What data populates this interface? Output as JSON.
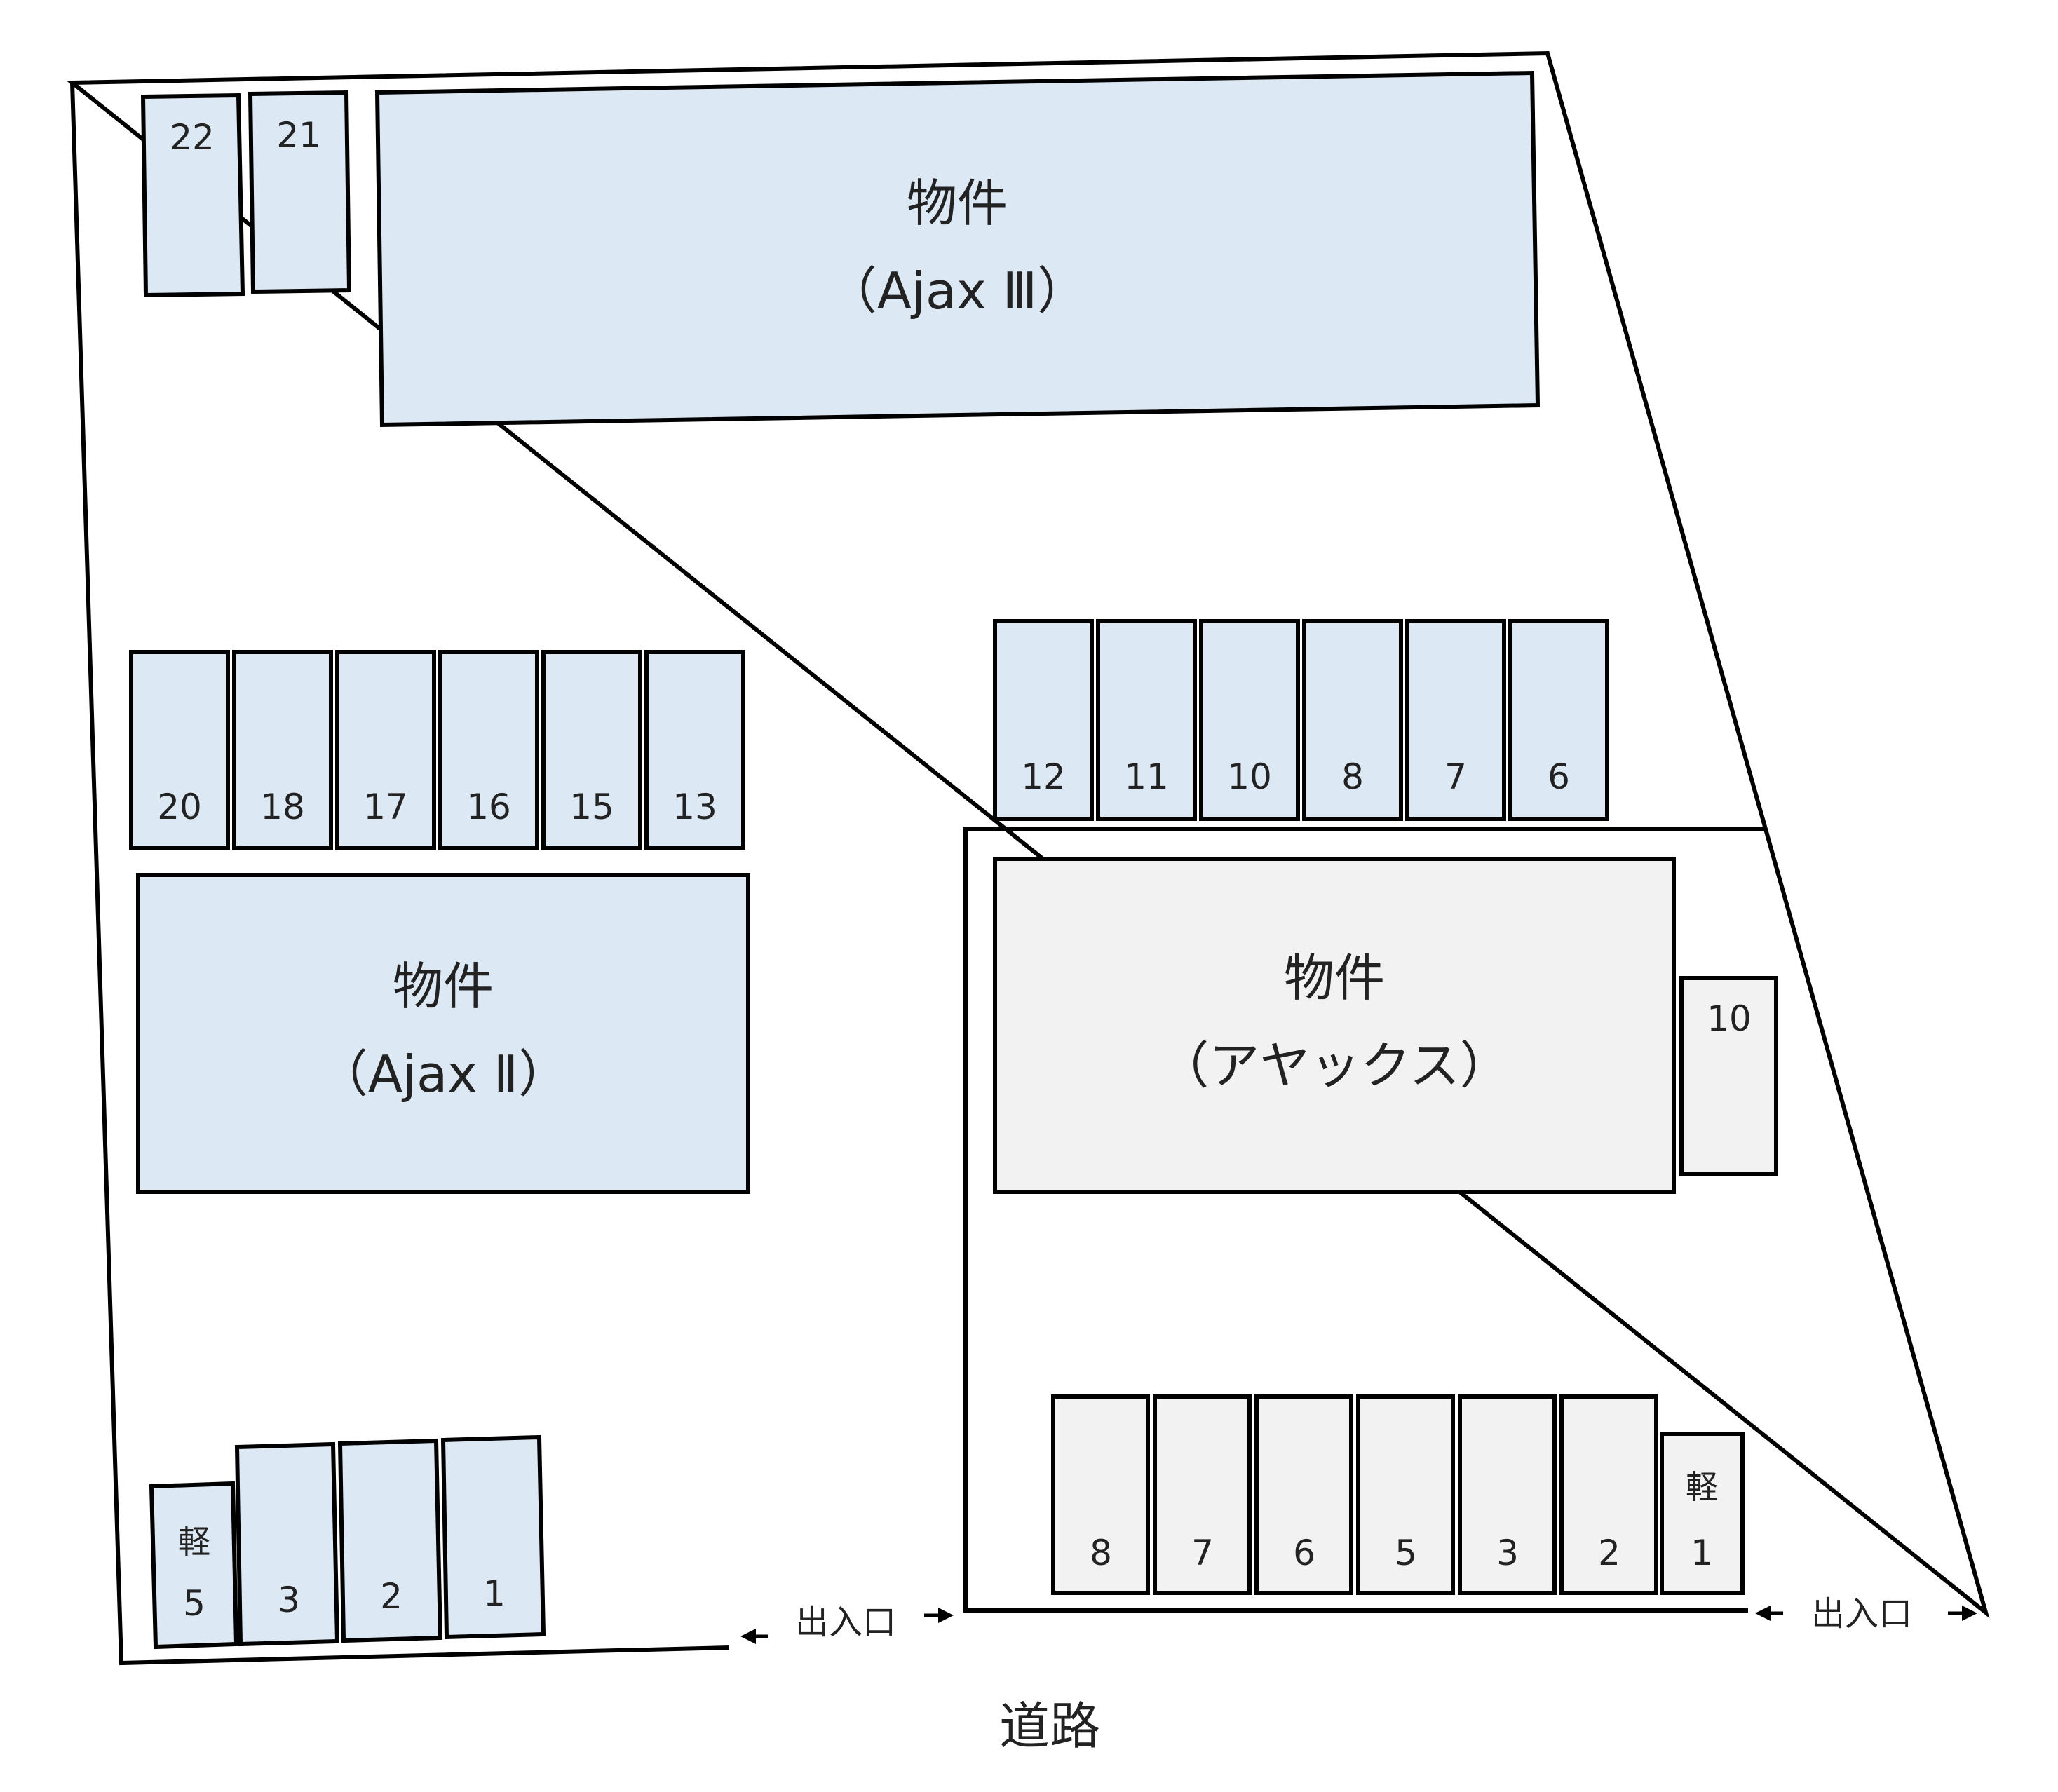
{
  "colors": {
    "blue_fill": "#dde8f5",
    "gray_fill": "#f2f2f2",
    "stroke": "#000000"
  },
  "buildings": {
    "ajax3": {
      "name": "物件",
      "sub": "（Ajax Ⅲ）"
    },
    "ajax2": {
      "name": "物件",
      "sub": "（Ajax Ⅱ）"
    },
    "ayax": {
      "name": "物件",
      "sub": "（アヤックス）"
    }
  },
  "slots": {
    "top_left": [
      "22",
      "21"
    ],
    "left_row": [
      "20",
      "18",
      "17",
      "16",
      "15",
      "13"
    ],
    "right_row": [
      "12",
      "11",
      "10",
      "8",
      "7",
      "6"
    ],
    "ayax_side": "10",
    "bottom_left_kei": {
      "top": "軽",
      "bottom": "5"
    },
    "bottom_left": [
      "3",
      "2",
      "1"
    ],
    "bottom_right": [
      "8",
      "7",
      "6",
      "5",
      "3",
      "2"
    ],
    "bottom_right_kei": {
      "top": "軽",
      "bottom": "1"
    }
  },
  "entrances": [
    "出入口",
    "出入口"
  ],
  "road": "道路"
}
